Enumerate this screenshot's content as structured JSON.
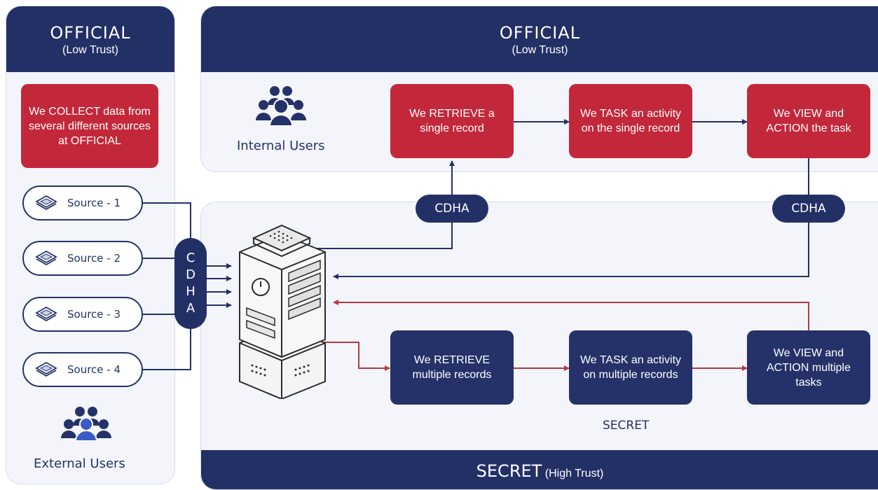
{
  "colors": {
    "navy": "#233066",
    "red": "#c3283a",
    "panel_bg": "#f3f5fb",
    "red_line": "#b73a3e"
  },
  "left_panel": {
    "title": "OFFICIAL",
    "subtitle": "(Low Trust)",
    "collect_box": "We COLLECT data from several different sources at OFFICIAL",
    "sources": [
      "Source - 1",
      "Source - 2",
      "Source - 3",
      "Source - 4"
    ],
    "source_icon": "database-icon",
    "cdha_vertical": [
      "C",
      "D",
      "H",
      "A"
    ],
    "users_label": "External Users",
    "users_icon": "users-group-icon"
  },
  "top_panel": {
    "title": "OFFICIAL",
    "subtitle": "(Low Trust)",
    "users_label": "Internal Users",
    "users_icon": "users-group-icon",
    "boxes": [
      "We RETRIEVE a single record",
      "We TASK an activity on the single record",
      "We VIEW and ACTION the task"
    ]
  },
  "bottom_panel": {
    "cdha_left": "CDHA",
    "cdha_right": "CDHA",
    "server_icon": "server-stack-icon",
    "boxes": [
      "We RETRIEVE multiple records",
      "We TASK an activity on multiple records",
      "We VIEW and ACTION multiple tasks"
    ],
    "secret_label": "SECRET",
    "footer_title": "SECRET",
    "footer_sub": "(High Trust)"
  }
}
